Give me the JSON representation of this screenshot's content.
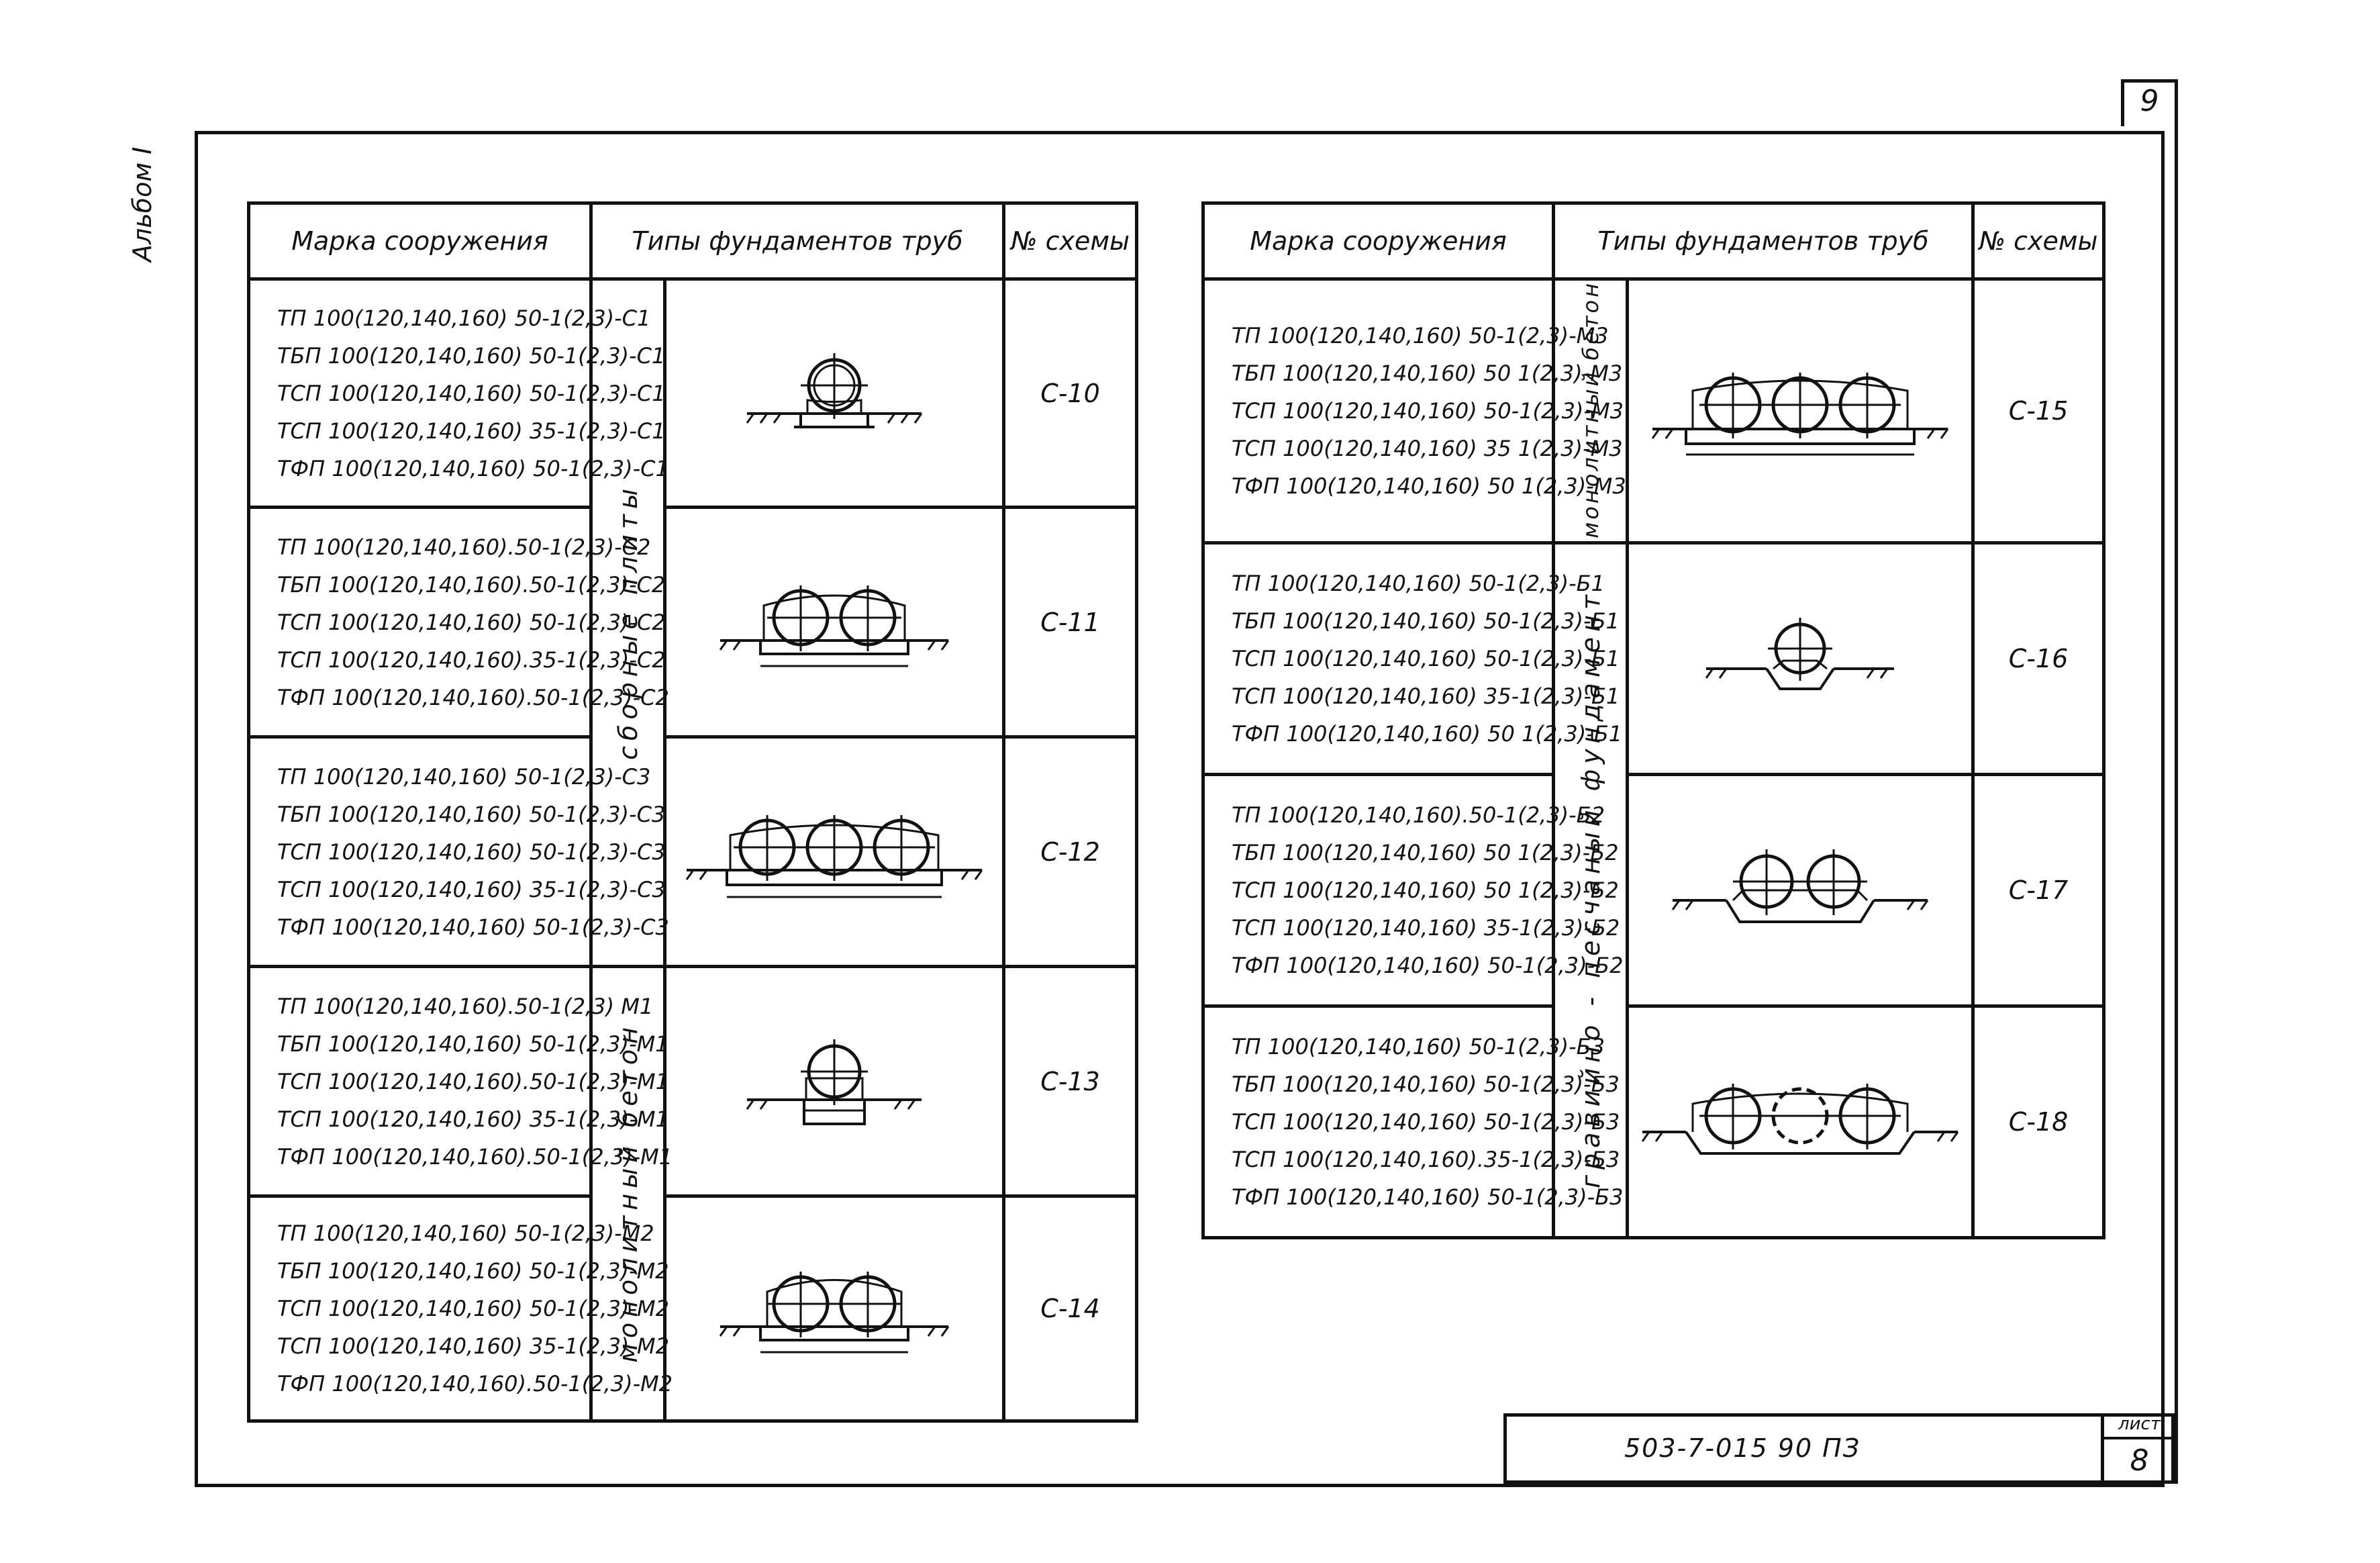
{
  "album_label": "Альбом I",
  "page_number": "9",
  "columns": {
    "mark": "Марка сооружения",
    "foundation": "Типы фундаментов труб",
    "scheme": "№ схемы"
  },
  "groups": {
    "prefab": "сборные плиты",
    "monolith": "монолитный бетон",
    "gravel": "гравийно - песчаный фундамент"
  },
  "rows": [
    {
      "scheme": "С-10",
      "marks": [
        "ТП 100(120,140,160) 50-1(2,3)-С1",
        "ТБП 100(120,140,160) 50-1(2,3)-С1",
        "ТСП 100(120,140,160) 50-1(2,3)-С1",
        "ТСП 100(120,140,160) 35-1(2,3)-С1",
        "ТФП 100(120,140,160) 50-1(2,3)-С1"
      ]
    },
    {
      "scheme": "С-11",
      "marks": [
        "ТП 100(120,140,160).50-1(2,3)-С2",
        "ТБП 100(120,140,160).50-1(2,3)-С2",
        "ТСП 100(120,140,160) 50-1(2,3)-С2",
        "ТСП 100(120,140,160).35-1(2,3)-С2",
        "ТФП 100(120,140,160).50-1(2,3)-С2"
      ]
    },
    {
      "scheme": "С-12",
      "marks": [
        "ТП 100(120,140,160) 50-1(2,3)-С3",
        "ТБП 100(120,140,160) 50-1(2,3)-С3",
        "ТСП 100(120,140,160) 50-1(2,3)-С3",
        "ТСП 100(120,140,160) 35-1(2,3)-С3",
        "ТФП 100(120,140,160) 50-1(2,3)-С3"
      ]
    },
    {
      "scheme": "С-13",
      "marks": [
        "ТП 100(120,140,160).50-1(2,3) М1",
        "ТБП 100(120,140,160) 50-1(2,3)-М1",
        "ТСП 100(120,140,160).50-1(2,3)-М1",
        "ТСП 100(120,140,160) 35-1(2,3)-М1",
        "ТФП 100(120,140,160).50-1(2,3)-М1"
      ]
    },
    {
      "scheme": "С-14",
      "marks": [
        "ТП 100(120,140,160) 50-1(2,3)-М2",
        "ТБП 100(120,140,160) 50-1(2,3)-М2",
        "ТСП 100(120,140,160) 50-1(2,3)-М2",
        "ТСП 100(120,140,160) 35-1(2,3)-М2",
        "ТФП 100(120,140,160).50-1(2,3)-М2"
      ]
    },
    {
      "scheme": "С-15",
      "marks": [
        "ТП 100(120,140,160) 50-1(2,3)-М3",
        "ТБП 100(120,140,160) 50 1(2,3)-М3",
        "ТСП 100(120,140,160) 50-1(2,3)-М3",
        "ТСП 100(120,140,160) 35 1(2,3)-М3",
        "ТФП 100(120,140,160) 50 1(2,3)-М3"
      ]
    },
    {
      "scheme": "С-16",
      "marks": [
        "ТП 100(120,140,160) 50-1(2,3)-Б1",
        "ТБП 100(120,140,160) 50-1(2,3)-Б1",
        "ТСП 100(120,140,160) 50-1(2,3)-Б1",
        "ТСП 100(120,140,160) 35-1(2,3)-Б1",
        "ТФП 100(120,140,160) 50 1(2,3)-Б1"
      ]
    },
    {
      "scheme": "С-17",
      "marks": [
        "ТП 100(120,140,160).50-1(2,3)-Б2",
        "ТБП 100(120,140,160) 50 1(2,3)-Б2",
        "ТСП 100(120,140,160) 50 1(2,3)-Б2",
        "ТСП 100(120,140,160) 35-1(2,3)-Б2",
        "ТФП 100(120,140,160) 50-1(2,3)-Б2"
      ]
    },
    {
      "scheme": "С-18",
      "marks": [
        "ТП 100(120,140,160) 50-1(2,3)-Б3",
        "ТБП 100(120,140,160) 50-1(2,3)-Б3",
        "ТСП 100(120,140,160) 50-1(2,3)-Б3",
        "ТСП 100(120,140,160).35-1(2,3)-Б3",
        "ТФП 100(120,140,160) 50-1(2,3)-Б3"
      ]
    }
  ],
  "stamp": {
    "doc_code": "503-7-015 90 ПЗ",
    "sheet_label": "лист",
    "sheet_number": "8"
  }
}
